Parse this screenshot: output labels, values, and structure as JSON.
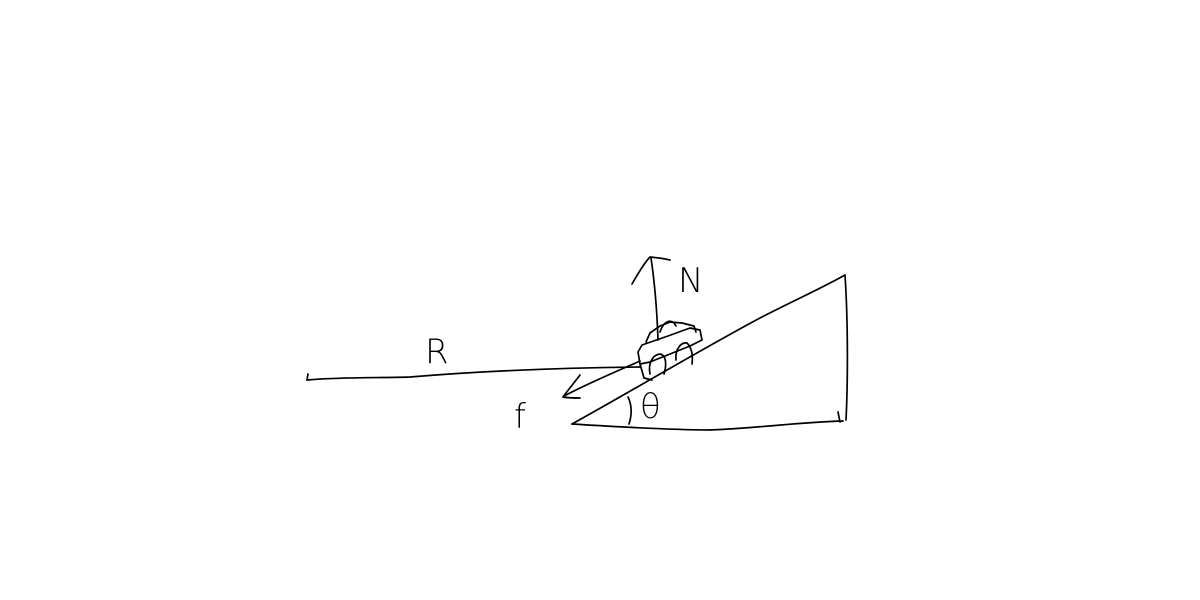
{
  "diagram": {
    "labels": {
      "normal_force": "N",
      "friction": "f",
      "angle": "θ",
      "radius": "R"
    },
    "ink_color": "#000000",
    "background_color": "#ffffff"
  }
}
